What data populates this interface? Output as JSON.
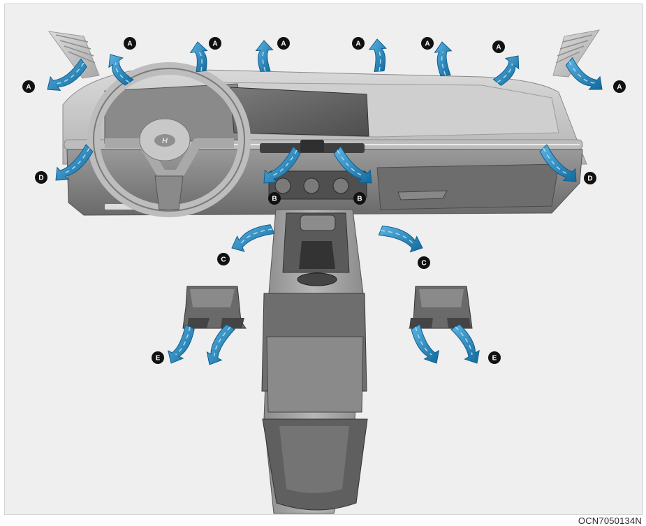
{
  "figure_code": "OCN7050134N",
  "colors": {
    "panel_background": "#efefef",
    "airflow_arrow": "#2b8bc4",
    "airflow_arrow_dark": "#0f5e8e",
    "label_badge": "#111111",
    "label_text": "#ffffff"
  },
  "vent_labels": {
    "a": "A",
    "b": "B",
    "c": "C",
    "d": "D",
    "e": "E"
  },
  "icons": {
    "airflow": "curved-airflow-arrow",
    "label": "circled-letter-badge"
  }
}
